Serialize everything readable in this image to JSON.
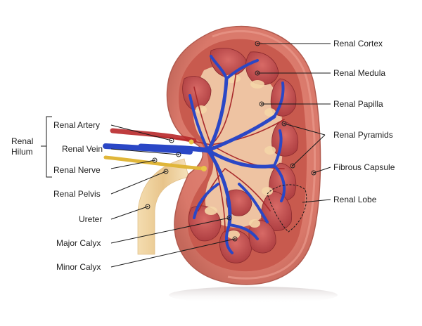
{
  "labels": {
    "renal_cortex": "Renal Cortex",
    "renal_medula": "Renal Medula",
    "renal_papilla": "Renal Papilla",
    "renal_pyramids": "Renal Pyramids",
    "fibrous_capsule": "Fibrous Capsule",
    "renal_lobe": "Renal Lobe",
    "renal_hilum_line1": "Renal",
    "renal_hilum_line2": "Hilum",
    "renal_artery": "Renal Artery",
    "renal_vein": "Renal Vein",
    "renal_nerve": "Renal Nerve",
    "renal_pelvis": "Renal Pelvis",
    "ureter": "Ureter",
    "major_calyx": "Major Calyx",
    "minor_calyx": "Minor Calyx"
  },
  "colors": {
    "cortex_outer": "#d9786a",
    "cortex_inner": "#c85a4e",
    "medulla": "#e9b29a",
    "pyramid": "#b8474a",
    "pelvis": "#f3d9a8",
    "vein": "#2a47c6",
    "artery": "#b8282a",
    "nerve": "#e0b63a"
  },
  "icons": {
    "pointer_marker": "target-dot"
  }
}
